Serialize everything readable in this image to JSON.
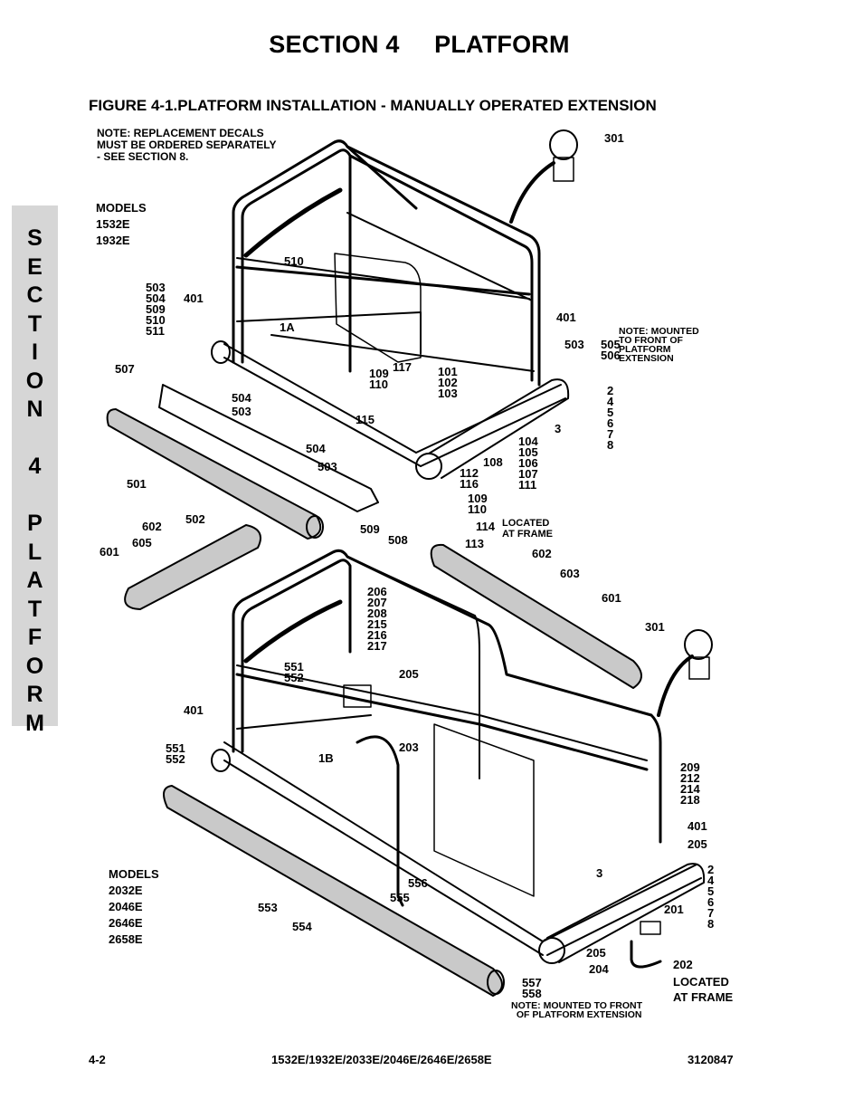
{
  "section_title": "SECTION 4     PLATFORM",
  "figure_title": "FIGURE 4-1.PLATFORM INSTALLATION - MANUALLY OPERATED EXTENSION",
  "side_tab_letters": [
    "S",
    "E",
    "C",
    "T",
    "I",
    "O",
    "N",
    "",
    "4",
    "",
    "P",
    "L",
    "A",
    "T",
    "F",
    "O",
    "R",
    "M"
  ],
  "notes": {
    "decals": "NOTE: REPLACEMENT DECALS\nMUST BE ORDERED SEPARATELY\n- SEE SECTION 8.",
    "mounted_front": "NOTE: MOUNTED\nTO FRONT OF\nPLATFORM\nEXTENSION",
    "located_frame_top": "LOCATED\nAT FRAME",
    "located_frame_bottom": "LOCATED\nAT FRAME",
    "mounted_front_bottom": "NOTE: MOUNTED TO FRONT\n  OF PLATFORM EXTENSION"
  },
  "models_top": "MODELS\n1532E\n1932E",
  "models_bottom": "MODELS\n2032E\n2046E\n2646E\n2658E",
  "callouts": {
    "c301a": "301",
    "c510a": "510",
    "c503_511": "503\n504\n509\n510\n511",
    "c401a": "401",
    "c1A": "1A",
    "c401b": "401",
    "c503b": "503",
    "c505_506": "505\n506",
    "c507": "507",
    "c109_110a": "109\n110",
    "c117": "117",
    "c101_103": "101\n102\n103",
    "c2_8a": "2\n4\n5\n6\n7\n8",
    "c504a": "504",
    "c503c": "503",
    "c115": "115",
    "c3a": "3",
    "c104_111": "104\n105\n106\n107\n111",
    "c504b": "504",
    "c503d": "503",
    "c108": "108",
    "c501": "501",
    "c112_116": "112\n116",
    "c109_110b": "109\n110",
    "c502": "502",
    "c114": "114",
    "c113": "113",
    "c509": "509",
    "c508": "508",
    "c602a": "602",
    "c605": "605",
    "c601a": "601",
    "c602b": "602",
    "c603": "603",
    "c601b": "601",
    "c206_217": "206\n207\n208\n215\n216\n217",
    "c301b": "301",
    "c551_552a": "551\n552",
    "c205a": "205",
    "c401c": "401",
    "c203": "203",
    "c551_552b": "551\n552",
    "c1B": "1B",
    "c209_218": "209\n212\n214\n218",
    "c401d": "401",
    "c205b": "205",
    "c3b": "3",
    "c2_8b": "2\n4\n5\n6\n7\n8",
    "c556": "556",
    "c555": "555",
    "c553": "553",
    "c554": "554",
    "c201": "201",
    "c205c": "205",
    "c204": "204",
    "c202": "202",
    "c557_558": "557\n558"
  },
  "footer": {
    "page": "4-2",
    "models": "1532E/1932E/2033E/2046E/2646E/2658E",
    "doc_number": "3120847"
  }
}
